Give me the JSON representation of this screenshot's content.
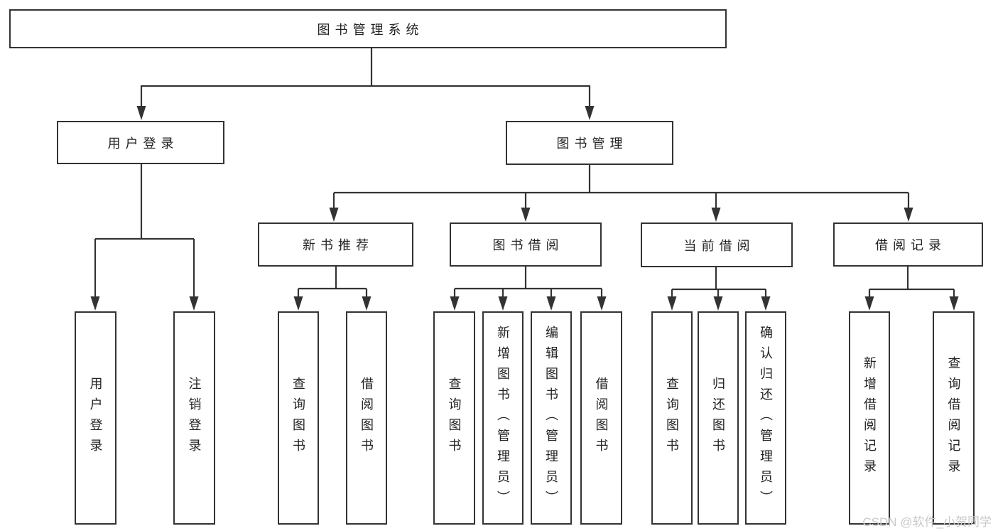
{
  "root": {
    "label": "图书管理系统"
  },
  "level2": {
    "user_login": {
      "label": "用户登录"
    },
    "book_mgmt": {
      "label": "图书管理"
    }
  },
  "level3": {
    "new_books": {
      "label": "新书推荐"
    },
    "book_borrow": {
      "label": "图书借阅"
    },
    "current_borrow": {
      "label": "当前借阅"
    },
    "borrow_records": {
      "label": "借阅记录"
    }
  },
  "leaves": {
    "user_login_1": "用户登录",
    "user_login_2": "注销登录",
    "new_books_1": "查询图书",
    "new_books_2": "借阅图书",
    "book_borrow_1": "查询图书",
    "book_borrow_2": "新增图书（管理员）",
    "book_borrow_3": "编辑图书（管理员）",
    "book_borrow_4": "借阅图书",
    "current_borrow_1": "查询图书",
    "current_borrow_2": "归还图书",
    "current_borrow_3": "确认归还（管理员）",
    "borrow_records_1": "新增借阅记录",
    "borrow_records_2": "查询借阅记录"
  },
  "watermark": "CSDN @软件_小贺同学",
  "colors": {
    "line": "#333333",
    "text": "#222222",
    "watermark": "#c9c9c9"
  }
}
